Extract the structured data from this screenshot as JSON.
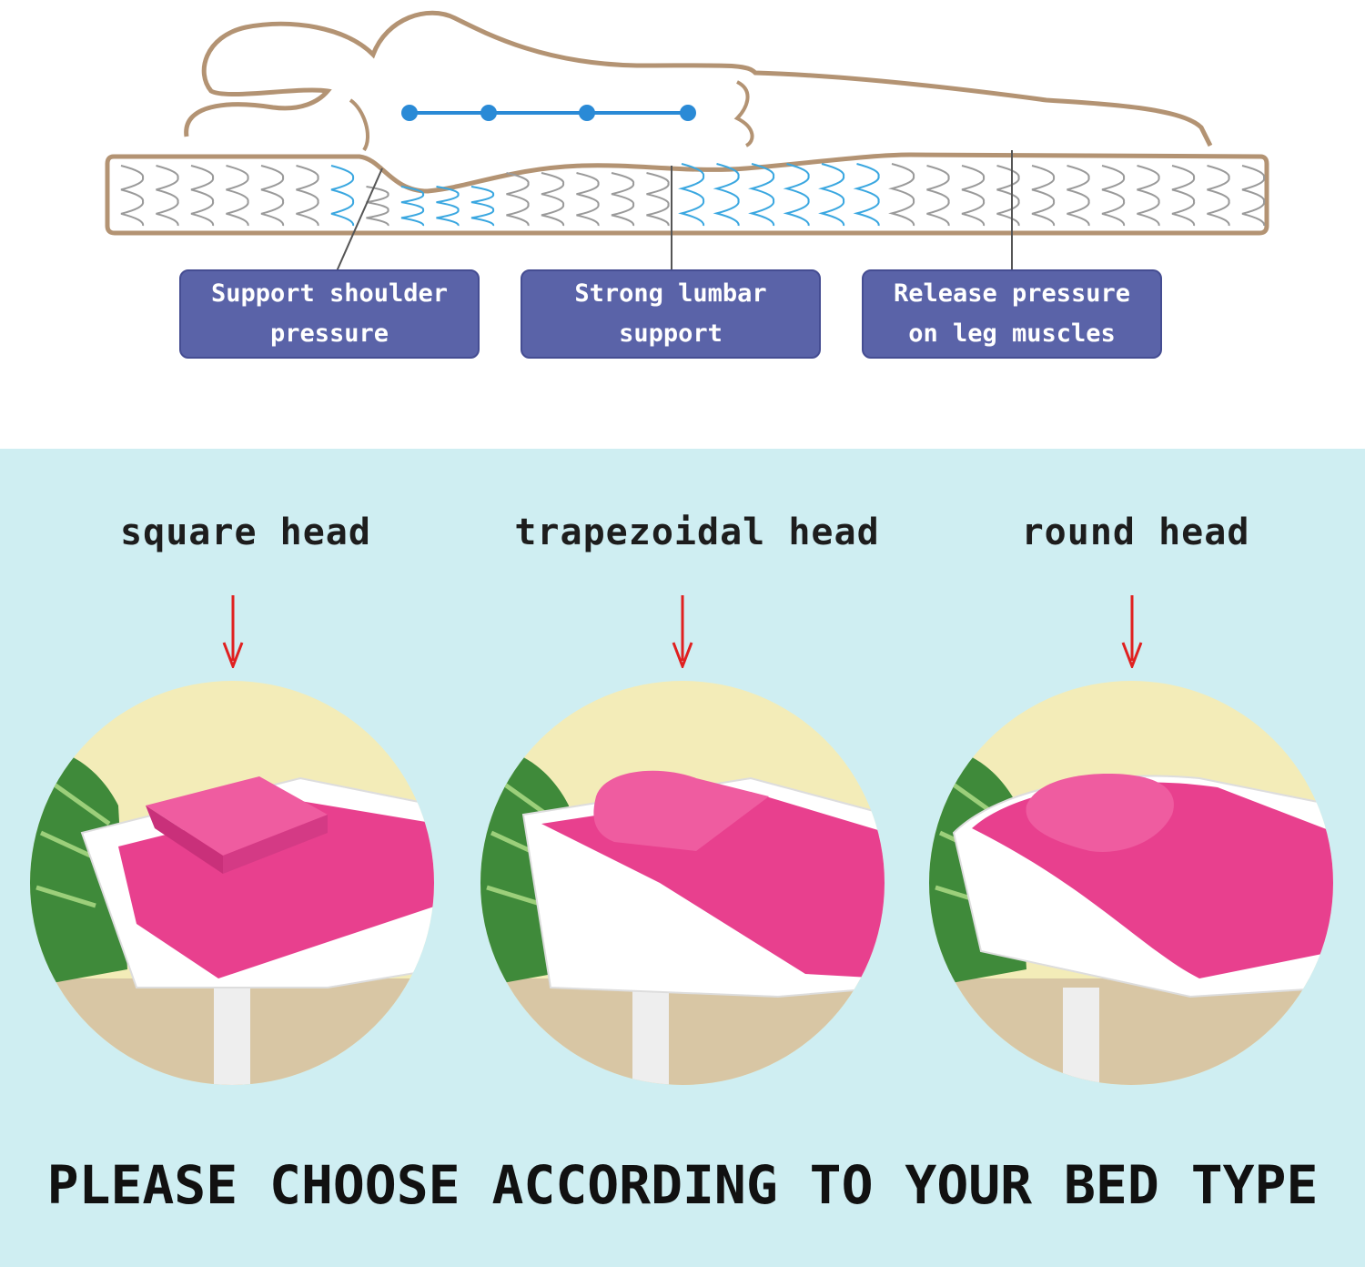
{
  "diagram": {
    "callouts": [
      {
        "text": "Support shoulder pressure"
      },
      {
        "text": "Strong lumbar support"
      },
      {
        "text": "Release pressure on leg muscles"
      }
    ],
    "colors": {
      "callout_bg": "#5a63a8",
      "body_outline": "#b09070",
      "spring_blue": "#3aa7e0",
      "spine_line": "#2a8ad6"
    }
  },
  "options": [
    {
      "label": "square head",
      "shape": "square"
    },
    {
      "label": "trapezoidal head",
      "shape": "trapezoidal"
    },
    {
      "label": "round head",
      "shape": "round"
    }
  ],
  "footer": {
    "text": "PLEASE CHOOSE ACCORDING TO YOUR BED TYPE"
  },
  "colors": {
    "section_bg": "#cfeef2",
    "arrow": "#e02020",
    "cushion": "#e8408e"
  }
}
